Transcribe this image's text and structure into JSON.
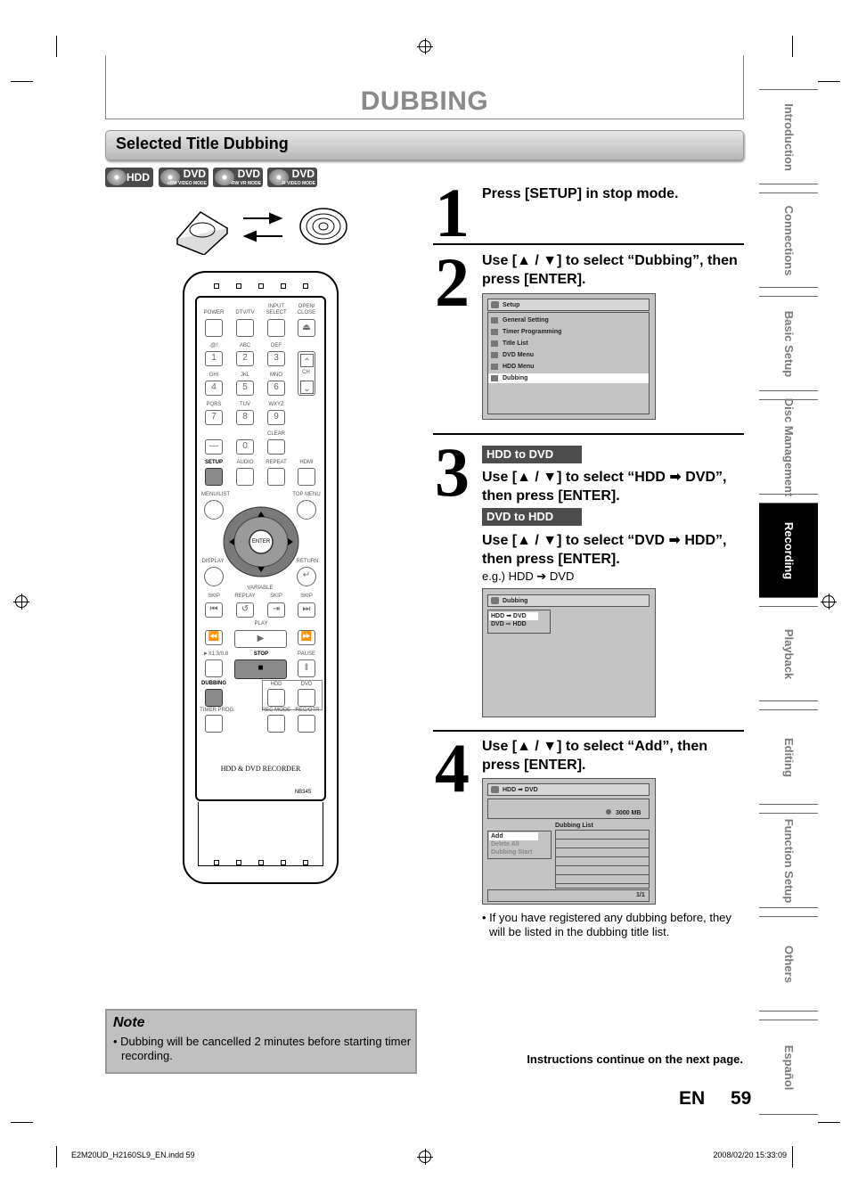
{
  "header": {
    "title": "DUBBING"
  },
  "section": {
    "title": "Selected Title Dubbing"
  },
  "media_badges": [
    {
      "top": "",
      "label": "HDD",
      "sub": ""
    },
    {
      "top": "DVD",
      "label": "",
      "sub": "+RW VIDEO MODE"
    },
    {
      "top": "DVD",
      "label": "",
      "sub": "-RW VR MODE"
    },
    {
      "top": "DVD",
      "label": "",
      "sub": "-R VIDEO MODE"
    }
  ],
  "side_tabs": [
    "Introduction",
    "Connections",
    "Basic Setup",
    "Disc Management",
    "Recording",
    "Playback",
    "Editing",
    "Function Setup",
    "Others",
    "Español"
  ],
  "active_tab": "Recording",
  "remote": {
    "labels": {
      "power": "POWER",
      "dtv": "DTV/TV",
      "input": "INPUT SELECT",
      "open": "OPEN/ CLOSE",
      "k1": ".@/:",
      "k2": "ABC",
      "k3": "DEF",
      "k4": "GHI",
      "k5": "JKL",
      "k6": "MNO",
      "k7": "PQRS",
      "k8": "TUV",
      "k9": "WXYZ",
      "clear": "CLEAR",
      "ch": "CH",
      "setup": "SETUP",
      "audio": "AUDIO",
      "repeat": "REPEAT",
      "hdmi": "HDMI",
      "menu": "MENU/LIST",
      "topmenu": "TOP MENU",
      "enter": "ENTER",
      "display": "DISPLAY",
      "return": "RETURN",
      "variable": "VARIABLE",
      "skip_l": "SKIP",
      "replay": "REPLAY",
      "skip_m": "SKIP",
      "skip_r": "SKIP",
      "play": "PLAY",
      "speed": "►X1.3/0.8",
      "stop": "STOP",
      "pause": "PAUSE",
      "dubbing": "DUBBING",
      "hdd": "HDD",
      "dvd": "DVD",
      "timer": "TIMER PROG.",
      "recmode": "REC MODE",
      "recotr": "REC/OTR",
      "brand": "HDD & DVD RECORDER",
      "model": "NB345"
    },
    "digits": [
      "1",
      "2",
      "3",
      "4",
      "5",
      "6",
      "7",
      "8",
      "9",
      "—",
      "0"
    ]
  },
  "steps": [
    {
      "num": "1",
      "text": "Press [SETUP] in stop mode."
    },
    {
      "num": "2",
      "text": "Use [▲ / ▼] to select “Dubbing”, then press [ENTER]."
    },
    {
      "num": "3",
      "hdd_label": "HDD to DVD",
      "hdd_text": "Use [▲ / ▼] to select “HDD ➡ DVD”, then press [ENTER].",
      "dvd_label": "DVD to HDD",
      "dvd_text": "Use [▲ / ▼] to select “DVD ➡ HDD”, then press [ENTER].",
      "example": "e.g.) HDD ➔ DVD"
    },
    {
      "num": "4",
      "text": "Use [▲ / ▼] to select “Add”, then press [ENTER].",
      "bullet": "If you have registered any dubbing before, they will be listed in the dubbing title list."
    }
  ],
  "setup_screen": {
    "title": "Setup",
    "items": [
      "General Setting",
      "Timer Programming",
      "Title List",
      "DVD Menu",
      "HDD Menu",
      "Dubbing"
    ],
    "selected": "Dubbing"
  },
  "dubbing_screen": {
    "title": "Dubbing",
    "options": [
      "HDD ➡ DVD",
      "DVD ⇨ HDD"
    ]
  },
  "list_screen": {
    "title": "HDD ➡ DVD",
    "capacity": "3000 MB",
    "list_header": "Dubbing List",
    "menu": [
      "Add",
      "Delete All",
      "Dubbing Start"
    ],
    "page": "1/1"
  },
  "note": {
    "title": "Note",
    "text": "Dubbing will be cancelled 2 minutes before starting timer recording."
  },
  "continue_text": "Instructions continue on the next page.",
  "lang_code": "EN",
  "page_number": "59",
  "footer": {
    "left": "E2M20UD_H2160SL9_EN.indd   59",
    "right": "2008/02/20   15:33:09"
  }
}
